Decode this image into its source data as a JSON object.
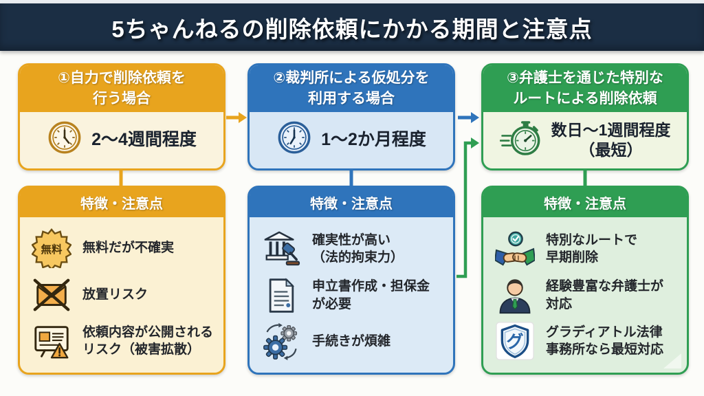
{
  "title": "5ちゃんねるの削除依頼にかかる期間と注意点",
  "colors": {
    "banner_bg": "#1b2e44",
    "step1_accent": "#e8a41e",
    "step2_accent": "#2f74bb",
    "step3_accent": "#2f9e53"
  },
  "columns": [
    {
      "header": "①自力で削除依頼を\n行う場合",
      "duration": "2〜4週間程度",
      "features_title": "特徴・注意点",
      "items": [
        {
          "icon": "free-badge-icon",
          "icon_text": "無料",
          "text": "無料だが不確実"
        },
        {
          "icon": "crossed-envelope-icon",
          "text": "放置リスク"
        },
        {
          "icon": "board-warning-icon",
          "text": "依頼内容が公開される\nリスク（被害拡散）"
        }
      ]
    },
    {
      "header": "②裁判所による仮処分を\n利用する場合",
      "duration": "1〜2か月程度",
      "features_title": "特徴・注意点",
      "items": [
        {
          "icon": "courthouse-gavel-icon",
          "text": "確実性が高い\n（法的拘束力）"
        },
        {
          "icon": "document-icon",
          "text": "申立書作成・担保金\nが必要"
        },
        {
          "icon": "gears-icon",
          "text": "手続きが煩雑"
        }
      ]
    },
    {
      "header": "③弁護士を通じた特別な\nルートによる削除依頼",
      "duration": "数日〜1週間程度\n（最短）",
      "features_title": "特徴・注意点",
      "items": [
        {
          "icon": "handshake-medal-icon",
          "text": "特別なルートで\n早期削除"
        },
        {
          "icon": "lawyer-icon",
          "text": "経験豊富な弁護士が\n対応"
        },
        {
          "icon": "shield-logo-icon",
          "icon_text": "グ",
          "text": "グラディアトル法律\n事務所なら最短対応"
        }
      ]
    }
  ]
}
